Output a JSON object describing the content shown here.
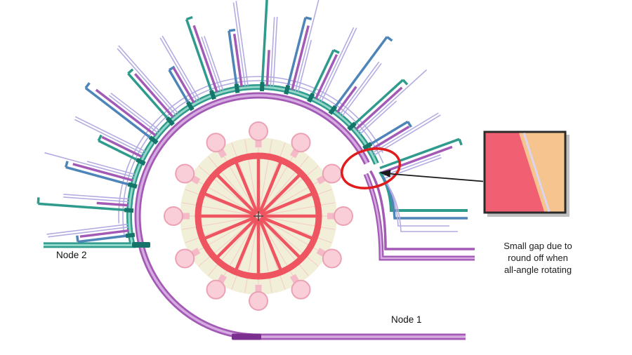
{
  "labels": {
    "node1": "Node 1",
    "node2": "Node 2",
    "gap_note": [
      "Small gap due to",
      "round off when",
      "all-angle rotating"
    ]
  },
  "colors": {
    "purple": "#a35ab5",
    "purple_light": "#d6abe2",
    "purple_dark": "#7b2f8f",
    "teal": "#2e9b8c",
    "teal_light": "#93d8c9",
    "teal_dark": "#16756b",
    "blue": "#4e85b8",
    "lavender": "#b3ace2",
    "red": "#ee5560",
    "pink_line": "#f2abb3",
    "pink_stub": "#f4bac7",
    "pink_fill": "#f9ced9",
    "pink_stroke": "#eca2b5",
    "cream": "#f2efd9",
    "annotation_red": "#e01b1b",
    "arrow": "#1a1a1a",
    "inset_pink": "#f15f72",
    "inset_peach": "#f6c48e",
    "inset_gap": "#dbd5f2",
    "text": "#111111"
  }
}
